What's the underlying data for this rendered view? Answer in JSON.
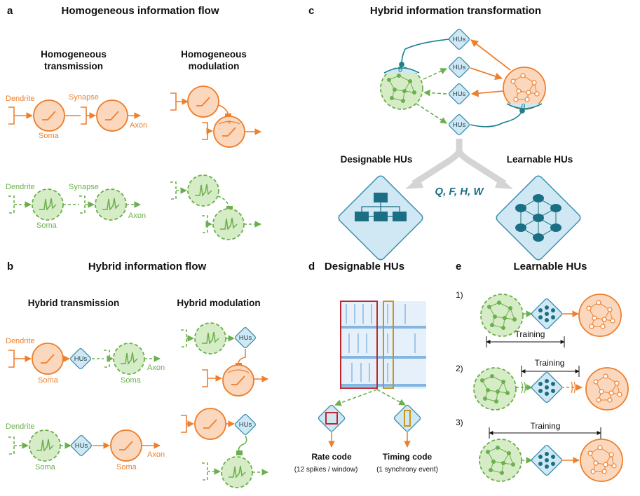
{
  "panels": {
    "a": {
      "letter": "a",
      "title": "Homogeneous information flow",
      "sub1": "Homogeneous\ntransmission",
      "sub1_l1": "Homogeneous",
      "sub1_l2": "transmission",
      "sub2_l1": "Homogeneous",
      "sub2_l2": "modulation"
    },
    "b": {
      "letter": "b",
      "title": "Hybrid information flow",
      "sub1": "Hybrid transmission",
      "sub2": "Hybrid modulation"
    },
    "c": {
      "letter": "c",
      "title": "Hybrid information transformation",
      "designable": "Designable HUs",
      "learnable": "Learnable HUs",
      "formula": "Q, F, H, W"
    },
    "d": {
      "letter": "d",
      "title": "Designable HUs",
      "rate": "Rate code",
      "rate_note": "(12 spikes / window)",
      "timing": "Timing code",
      "timing_note": "(1 synchrony event)"
    },
    "e": {
      "letter": "e",
      "title": "Learnable HUs",
      "training": "Training",
      "items": [
        "1)",
        "2)",
        "3)"
      ]
    }
  },
  "labels": {
    "dendrite": "Dendrite",
    "synapse": "Synapse",
    "soma": "Soma",
    "axon": "Axon",
    "hus": "HUs",
    "theta": "θ"
  },
  "colors": {
    "orange": "#ee7f2d",
    "orange_fill": "#fbd8bd",
    "green": "#6ab04c",
    "green_fill": "#d6ecc6",
    "teal": "#1a7f8e",
    "hu_fill": "#cfe8f3",
    "hu_stroke": "#3d8fb0"
  }
}
